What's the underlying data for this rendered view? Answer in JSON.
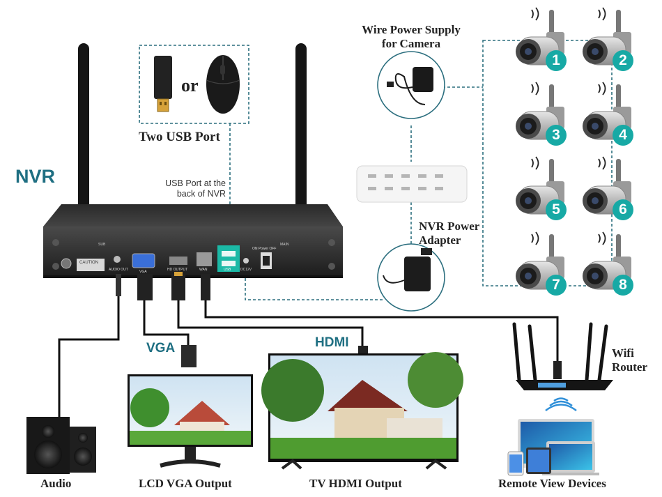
{
  "labels": {
    "nvr": "NVR",
    "or": "or",
    "two_usb_port": "Two USB Port",
    "usb_back_note": "USB Port at the back of NVR",
    "wire_power": "Wire Power Supply for Camera",
    "nvr_power": "NVR Power Adapter",
    "vga": "VGA",
    "hdmi": "HDMI",
    "wifi_router": "Wifi Router",
    "audio": "Audio",
    "lcd_vga_output": "LCD VGA Output",
    "tv_hdmi_output": "TV HDMI Output",
    "remote_view": "Remote View Devices"
  },
  "nvr_panel": {
    "caution": "CAUTION",
    "audio_out": "AUDIO OUT",
    "vga_port": "VGA",
    "hd_output": "HD OUTPUT",
    "wan": "WAN",
    "usb": "USB",
    "dc12v": "DC12V",
    "power": "ON Power OFF",
    "sub": "SUB",
    "main": "MAIN"
  },
  "cameras": [
    "1",
    "2",
    "3",
    "4",
    "5",
    "6",
    "7",
    "8"
  ],
  "colors": {
    "teal_label": "#1f6f82",
    "badge": "#17a9a5",
    "dashed_line": "#2c6f7f",
    "nvr_body": "#2b2b2b"
  }
}
